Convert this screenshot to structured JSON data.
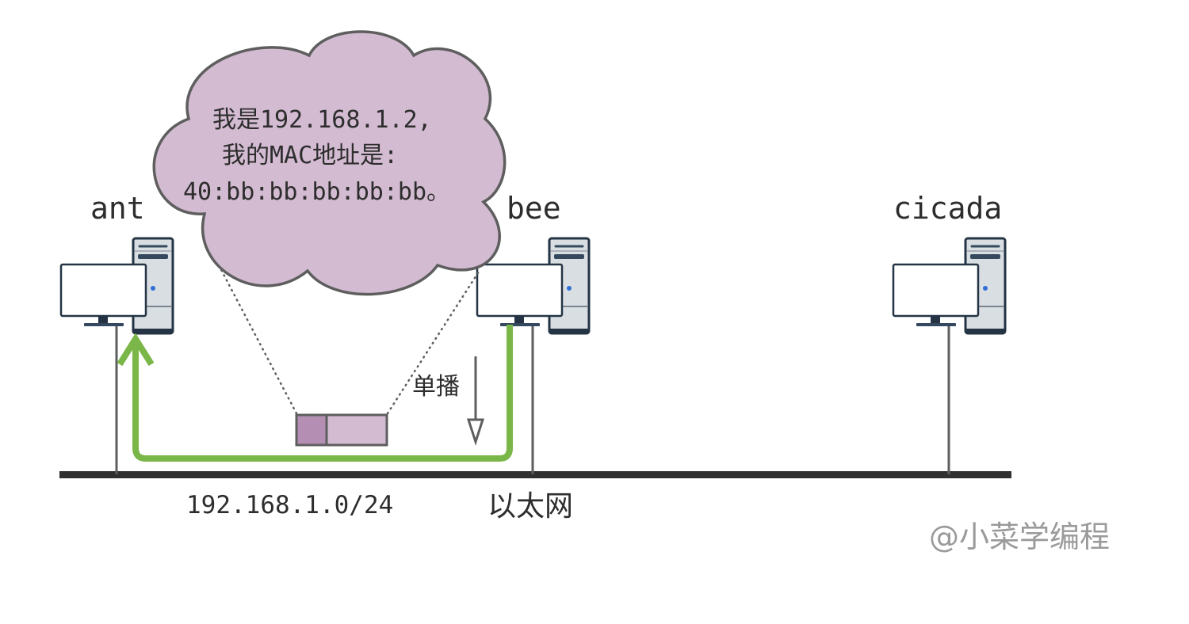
{
  "hosts": [
    {
      "id": "ant",
      "label": "ant"
    },
    {
      "id": "bee",
      "label": "bee"
    },
    {
      "id": "cicada",
      "label": "cicada"
    }
  ],
  "cloud": {
    "lines": [
      "我是192.168.1.2,",
      "我的MAC地址是:",
      "40:bb:bb:bb:bb:bb。"
    ]
  },
  "network": {
    "subnet_label": "192.168.1.0/24",
    "medium_label": "以太网"
  },
  "transmission": {
    "mode_label": "单播",
    "from": "bee",
    "to": "ant"
  },
  "watermark": "@小菜学编程",
  "colors": {
    "cloud_fill": "#d3bbd1",
    "cloud_stroke": "#5e5e5e",
    "frame_header": "#b48fb3",
    "frame_body": "#d3bbd1",
    "path_green": "#7ab648",
    "bus": "#303030",
    "cable": "#5e5e5e",
    "pc_dark": "#243444",
    "pc_case": "#d9dee3",
    "led": "#2f6fd6"
  }
}
